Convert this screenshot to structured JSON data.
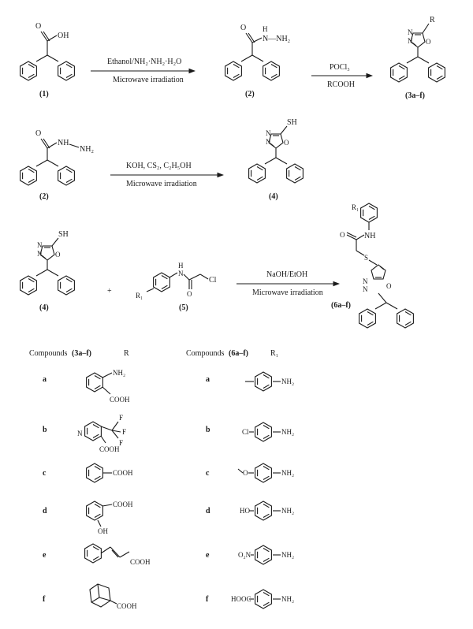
{
  "scheme1": {
    "c1_label": "(1)",
    "c1_acid": "OH",
    "c1_o": "O",
    "arrow1_top": "Ethanol/NH₂·NH₂·H₂O",
    "arrow1_bottom": "Microwave irradiation",
    "c2_label": "(2)",
    "c2_nh": "N—NH₂",
    "c2_h": "H",
    "c2_o": "O",
    "arrow2_top": "POCl₃",
    "arrow2_bottom": "RCOOH",
    "c3_label": "(3a–f)",
    "c3_r": "R",
    "c3_n1": "N",
    "c3_n2": "N",
    "c3_o": "O"
  },
  "scheme2": {
    "c2_label": "(2)",
    "c2_nh": "NH",
    "c2_nh2": "NH₂",
    "c2_o": "O",
    "arrow_top": "KOH, CS₂, C₂H₅OH",
    "arrow_bottom": "Microwave irradiation",
    "c4_label": "(4)",
    "c4_sh": "SH",
    "c4_n1": "N",
    "c4_n2": "N",
    "c4_o": "O"
  },
  "scheme3": {
    "c4_label": "(4)",
    "c4_sh": "SH",
    "c4_n1": "N",
    "c4_n2": "N",
    "c4_o": "O",
    "plus": "+",
    "c5_label": "(5)",
    "c5_r1": "R₁",
    "c5_h": "H",
    "c5_n": "N",
    "c5_o": "O",
    "c5_cl": "Cl",
    "arrow_top": "NaOH/EtOH",
    "arrow_bottom": "Microwave irradiation",
    "c6_label": "(6a–f)",
    "c6_r1": "R₁",
    "c6_nh": "NH",
    "c6_o": "O",
    "c6_s": "S",
    "c6_n1": "N",
    "c6_n2": "N",
    "c6_o2": "O"
  },
  "table": {
    "left_header": "Compounds",
    "left_header_code": "(3a–f)",
    "left_header_r": "R",
    "right_header": "Compounds",
    "right_header_code": "(6a–f)",
    "right_header_r": "R₁",
    "left_rows": [
      {
        "letter": "a",
        "sub1": "NH₂",
        "sub2": "COOH"
      },
      {
        "letter": "b",
        "sub1": "F",
        "sub2": "F",
        "sub3": "F",
        "sub4": "COOH",
        "ring_n": "N"
      },
      {
        "letter": "c",
        "sub1": "COOH"
      },
      {
        "letter": "d",
        "sub1": "COOH",
        "sub2": "OH"
      },
      {
        "letter": "e",
        "sub1": "COOH"
      },
      {
        "letter": "f",
        "sub1": "COOH"
      }
    ],
    "right_rows": [
      {
        "letter": "a",
        "left": "",
        "right": "NH₂"
      },
      {
        "letter": "b",
        "left": "Cl",
        "right": "NH₂"
      },
      {
        "letter": "c",
        "left": "O",
        "right": "NH₂"
      },
      {
        "letter": "d",
        "left": "HO",
        "right": "NH₂"
      },
      {
        "letter": "e",
        "left": "O₂N",
        "right": "NH₂"
      },
      {
        "letter": "f",
        "left": "HOOC",
        "right": "NH₂"
      }
    ]
  }
}
